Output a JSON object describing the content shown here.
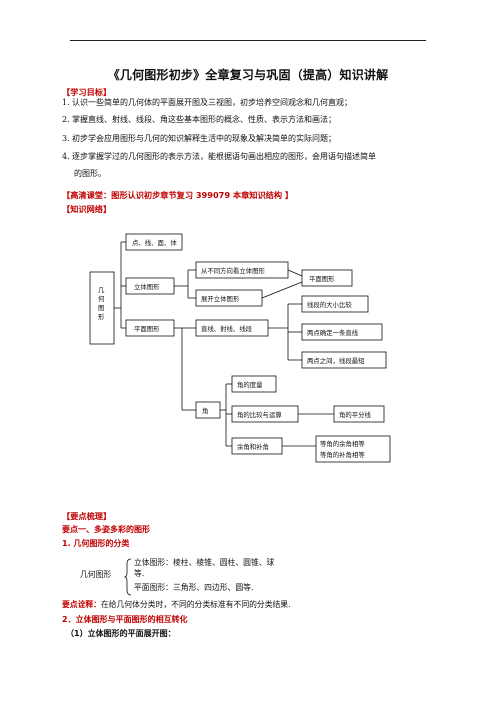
{
  "title": "《几何图形初步》全章复习与巩固（提高）知识讲解",
  "goals_header": "【学习目标】",
  "goals": [
    {
      "num": "1.",
      "text": "认识一些简单的几何体的平面展开图及三视图，初步培养空间观念和几何直观；"
    },
    {
      "num": "2.",
      "text": "掌握直线、射线、线段、角这些基本图形的概念、性质、表示方法和画法；"
    },
    {
      "num": "3.",
      "text": "初步学会应用图形与几何的知识解释生活中的现象及解决简单的实际问题；"
    },
    {
      "num": "4.",
      "text": "逐步掌握学过的几何图形的表示方法，能根据语句画出相应的图形，会用语句描述简单",
      "cont": "的图形。"
    }
  ],
  "video_header": "【高清课堂：图形认识初步章节复习  399079   本章知识结构  】",
  "network_header": "【知识网络】",
  "diagram": {
    "root": "几何图形",
    "level1": [
      "点、线、面、体",
      "立体图形",
      "平面图形"
    ],
    "solid_children": [
      "从不同方向看立体图形",
      "展开立体图形"
    ],
    "plane_figure_box": "平面图形",
    "plane_children": [
      "直线、射线、线段",
      "角"
    ],
    "line_children": [
      "线段的大小比较",
      "两点确定一条直线",
      "两点之间，线段最短"
    ],
    "angle_children": [
      "角的度量",
      "角的比较与运算",
      "余角和补角"
    ],
    "angle_bisector": "角的平分线",
    "complement_1": "等角的余角相等",
    "complement_2": "等角的补角相等"
  },
  "key_header": "【要点梳理】",
  "point1": "要点一、多姿多彩的图形",
  "sub1": "1.  几何图形的分类",
  "classify": {
    "root": "几何图形",
    "solid": "立体图形：棱柱、棱锥、圆柱、圆锥、球等.",
    "plane": "平面图形：三角形、四边形、圆等."
  },
  "note_label": "要点诠释：",
  "note_text": "在给几何体分类时，不同的分类标准有不同的分类结果.",
  "sub2": "2．立体图形与平面图形的相互转化",
  "sub3": "（1）立体图形的平面展开图："
}
